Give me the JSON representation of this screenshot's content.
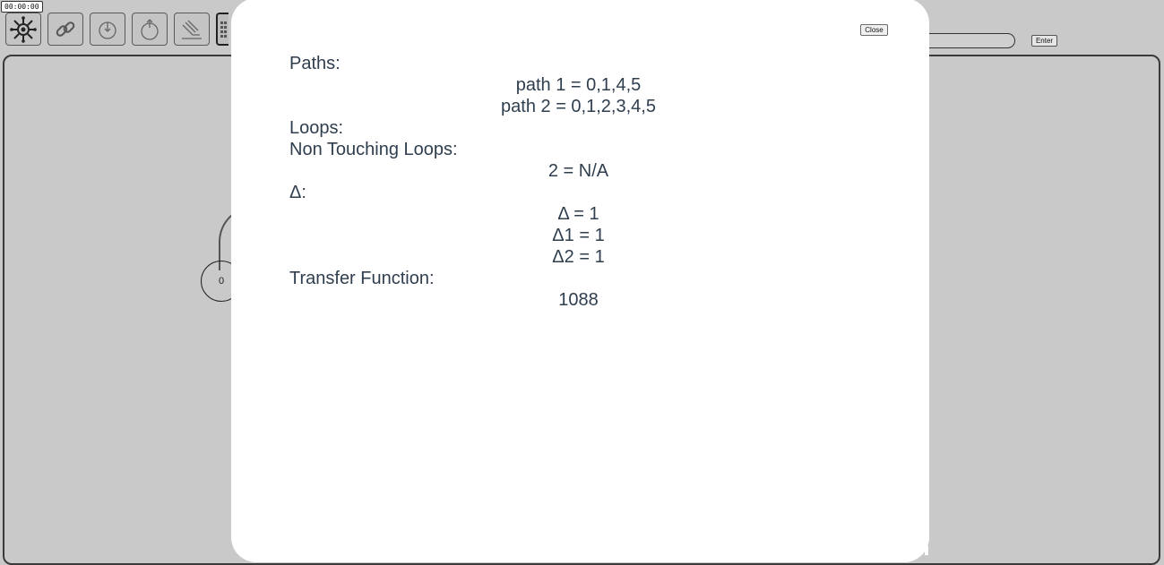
{
  "timer": "00:00:00",
  "toolbar": {
    "tools": [
      {
        "icon": "node-gear-icon"
      },
      {
        "icon": "chain-link-icon"
      },
      {
        "icon": "arrow-down-circle-icon"
      },
      {
        "icon": "arrow-up-circle-icon"
      },
      {
        "icon": "eraser-hand-icon"
      },
      {
        "icon": "grid-icon",
        "active": true
      }
    ]
  },
  "graph": {
    "visible_node": "0"
  },
  "enter_button": "Enter",
  "modal": {
    "close_label": "Close",
    "paths_label": "Paths:",
    "paths": [
      "path 1 = 0,1,4,5",
      "path 2 = 0,1,2,3,4,5"
    ],
    "loops_label": "Loops:",
    "non_touching_label": "Non Touching Loops:",
    "non_touching": [
      "2 = N/A"
    ],
    "delta_label": "Δ:",
    "deltas": [
      "Δ = 1",
      "Δ1 = 1",
      "Δ2 = 1"
    ],
    "transfer_label": "Transfer Function:",
    "transfer_value": "1088"
  }
}
